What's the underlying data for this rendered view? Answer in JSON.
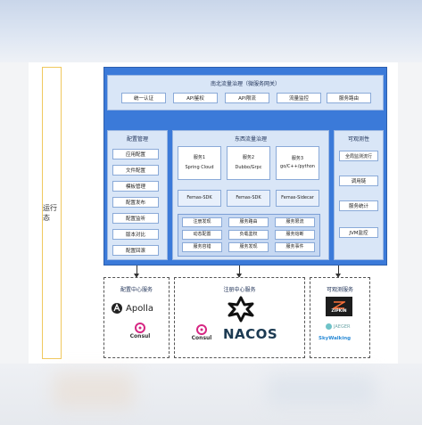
{
  "runtime_label": "运行态",
  "gateway": {
    "title": "南北流量治理（微服务网关）",
    "items": [
      "统一认证",
      "API鉴权",
      "API限流",
      "流量监控",
      "服务路由"
    ]
  },
  "config_mgmt": {
    "title": "配置管理",
    "items": [
      "应用配置",
      "文件配置",
      "模板管理",
      "配置发布",
      "配置监听",
      "版本对比",
      "配置回滚"
    ]
  },
  "east_west": {
    "title": "东西流量治理",
    "services": [
      {
        "name": "服务1",
        "lang": "Spring Cloud"
      },
      {
        "name": "服务2",
        "lang": "Dubbo/Grpc"
      },
      {
        "name": "服务3",
        "lang": "go/C++/python"
      }
    ],
    "sdks": [
      "Femas-SDK",
      "Femas-SDK",
      "Femas-Sidecar"
    ],
    "governance": [
      "注册发现",
      "服务路由",
      "服务限流",
      "动态配置",
      "负载鉴权",
      "服务熔断",
      "服务容错",
      "服务发现",
      "服务事件"
    ]
  },
  "observability": {
    "title": "可观测性",
    "items": [
      "全局监测流行",
      "调用链",
      "服务统计",
      "JVM监控"
    ]
  },
  "config_center": {
    "title": "配置中心服务",
    "logos": [
      "Apolla",
      "Consul"
    ]
  },
  "registry_center": {
    "title": "注册中心服务",
    "logos": [
      "Consul",
      "NACOS"
    ]
  },
  "observe_service": {
    "title": "可观测服务",
    "logos": [
      "ZIPKIN",
      "JAEGER",
      "SkyWalking"
    ]
  },
  "colors": {
    "main_blue": "#3b7ad9",
    "light_panel": "#d9e6f7",
    "apollo_orange": "#ff6c37",
    "consul_pink": "#d62783",
    "zipkin_orange": "#fe7139",
    "skywalking_blue": "#2b8bd6"
  }
}
